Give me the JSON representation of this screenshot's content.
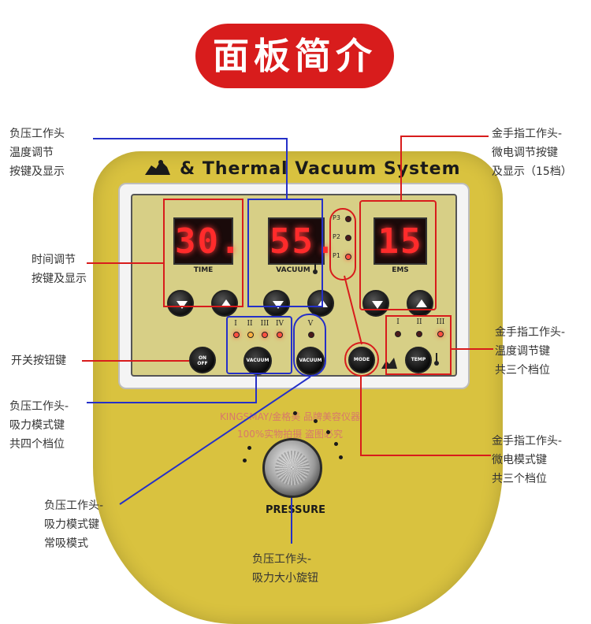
{
  "title": "面板简介",
  "brand": "& Thermal Vacuum System",
  "displays": {
    "time": {
      "value": "30.",
      "label": "TIME"
    },
    "vacuum": {
      "value": "55.",
      "label": "VACUUM"
    },
    "ems": {
      "value": "15",
      "label": "EMS"
    }
  },
  "indicators": {
    "p3": "P3",
    "p2": "P2",
    "p1": "P1"
  },
  "buttons": {
    "on_off_top": "ON",
    "on_off_bottom": "OFF",
    "vacuum_mode": "VACUUM",
    "vacuum_constant": "VACUUM",
    "mode": "MODE",
    "temp": "TEMP"
  },
  "levels_vacuum": [
    "I",
    "II",
    "III",
    "IV"
  ],
  "level_constant": "V",
  "levels_temp": [
    "I",
    "II",
    "III"
  ],
  "knob_label": "PRESSURE",
  "watermark": {
    "line1": "KINGSMAY/金格美 品牌美容仪器",
    "line2": "100%实物拍摄 盗图必究"
  },
  "callouts": {
    "vacuum_temp": [
      "负压工作头",
      "温度调节",
      "按键及显示"
    ],
    "time": [
      "时间调节",
      "按键及显示"
    ],
    "power": [
      "开关按钮键"
    ],
    "vacuum_mode": [
      "负压工作头-",
      "吸力模式键",
      "共四个档位"
    ],
    "vacuum_constant": [
      "负压工作头-",
      "吸力模式键",
      "常吸模式"
    ],
    "pressure": [
      "负压工作头-",
      "吸力大小旋钮"
    ],
    "ems": [
      "金手指工作头-",
      "微电调节按键",
      "及显示（15档）"
    ],
    "gold_temp": [
      "金手指工作头-",
      "温度调节键",
      "共三个档位"
    ],
    "micro_mode": [
      "金手指工作头-",
      "微电模式键",
      "共三个档位"
    ]
  },
  "colors": {
    "accent_red": "#d81c1c",
    "accent_blue": "#2530c8",
    "device": "#d9c23f"
  }
}
